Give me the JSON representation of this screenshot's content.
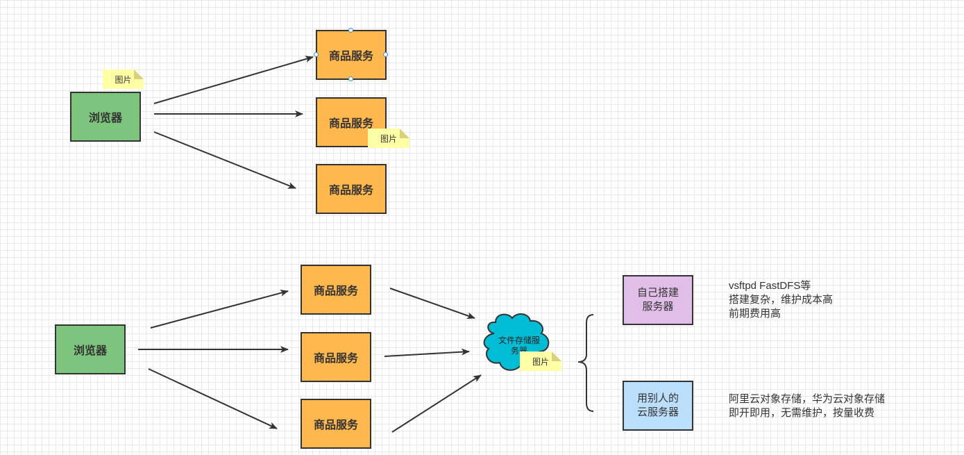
{
  "top": {
    "browser": "浏览器",
    "services": [
      "商品服务",
      "商品服务",
      "商品服务"
    ],
    "notes": [
      "图片",
      "图片"
    ]
  },
  "bottom": {
    "browser": "浏览器",
    "services": [
      "商品服务",
      "商品服务",
      "商品服务"
    ],
    "cloud": {
      "label": "文件存储服\n务器",
      "note": "图片"
    },
    "self_build": {
      "label": "自己搭建\n服务器",
      "desc": "vsftpd FastDFS等\n搭建复杂，维护成本高\n前期费用高"
    },
    "others": {
      "label": "用别人的\n云服务器",
      "desc": "阿里云对象存储，华为云对象存储\n即开即用，无需维护，按量收费"
    }
  },
  "colors": {
    "browser": "#7dc57d",
    "service": "#ffb84d",
    "self_build": "#e1bee7",
    "others": "#bbdefb",
    "cloud": "#00bcd4",
    "note": "#ffffa6",
    "line": "#333333"
  }
}
